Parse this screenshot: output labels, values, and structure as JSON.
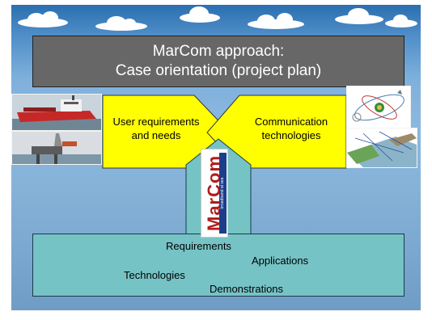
{
  "slide": {
    "title_line1": "MarCom approach:",
    "title_line2": "Case orientation (project plan)"
  },
  "left_panel": {
    "line1": "User requirements",
    "line2": "and needs"
  },
  "right_panel": {
    "line1": "Communication",
    "line2": "technologies"
  },
  "logo": {
    "name": "MarCom",
    "tagline": "broadband at sea"
  },
  "bottom_box": {
    "items": [
      "Requirements",
      "Applications",
      "Technologies",
      "Demonstrations"
    ]
  },
  "images": {
    "left": [
      "ship-photo",
      "oil-platform-photo"
    ],
    "right": [
      "satellite-orbit-diagram",
      "coastal-network-diagram"
    ]
  },
  "colors": {
    "sky_top": "#2b6fb0",
    "sky_bottom": "#6f9cc4",
    "title_fill": "#676767",
    "panel_yellow": "#ffff00",
    "teal": "#76c3c6",
    "logo_red": "#b01d1d",
    "logo_blue": "#1c3d8a"
  }
}
